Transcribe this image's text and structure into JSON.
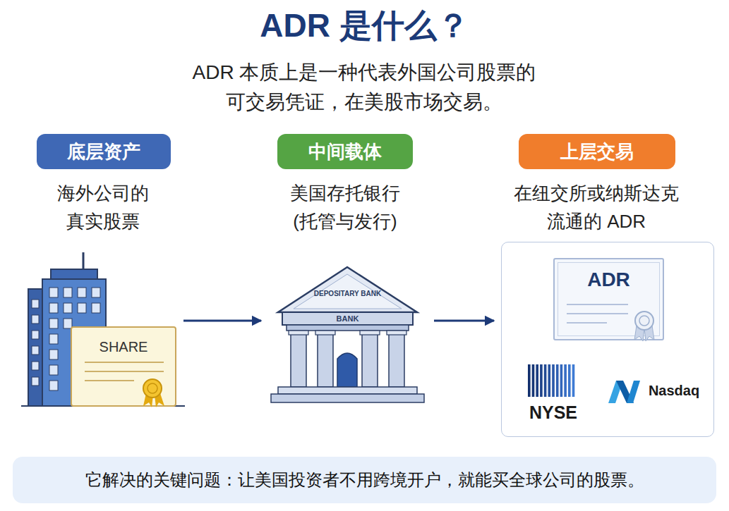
{
  "diagram": {
    "title": "ADR 是什么？",
    "nodes": [
      {
        "text": [
          "底层资产"
        ]
      },
      {
        "text": [
          "中间载体"
        ]
      },
      {
        "text": [
          "上层交易"
        ]
      },
      {
        "text": [
          "SHARE"
        ]
      },
      {
        "text": [
          "DEPOSITARY BANK",
          "BANK"
        ]
      },
      {
        "text": [
          "NYSE",
          "Nasdaq"
        ]
      },
      {
        "text": [
          "ADR"
        ],
        "in": 5
      },
      {
        "text": [
          "它解决的关键问题：让美国投资者不用跨境开户，就能买全球公司的股票。"
        ]
      }
    ],
    "edges": [
      {
        "from": 3,
        "to": 4,
        "arrow": "to"
      },
      {
        "from": 4,
        "to": 5,
        "arrow": "to"
      }
    ],
    "labels": [
      "ADR 本质上是一种代表外国公司股票的 可交易凭证，在美股市场交易。",
      "海外公司的 真实股票",
      "美国存托银行 (托管与发行)",
      "在纽交所或纳斯达克 流通的 ADR"
    ]
  }
}
